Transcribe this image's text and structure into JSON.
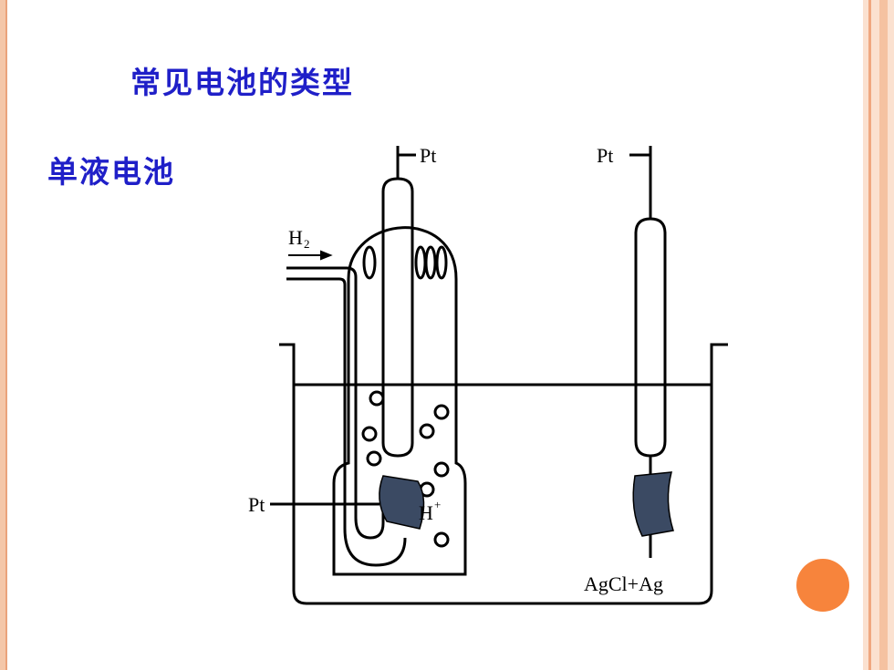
{
  "slide": {
    "title": "常见电池的类型",
    "subtitle": "单液电池"
  },
  "diagram": {
    "labels": {
      "pt_top_left": "Pt",
      "pt_top_right": "Pt",
      "pt_left": "Pt",
      "h2": "H",
      "h2_sub": "2",
      "hplus": "H",
      "hplus_sup": "+",
      "agcl": "AgCl+Ag"
    }
  },
  "colors": {
    "title": "#1f1fc8",
    "electrode": "#3b4a63",
    "accent_dot": "#f7843c",
    "frame": "#f4c7a9"
  }
}
